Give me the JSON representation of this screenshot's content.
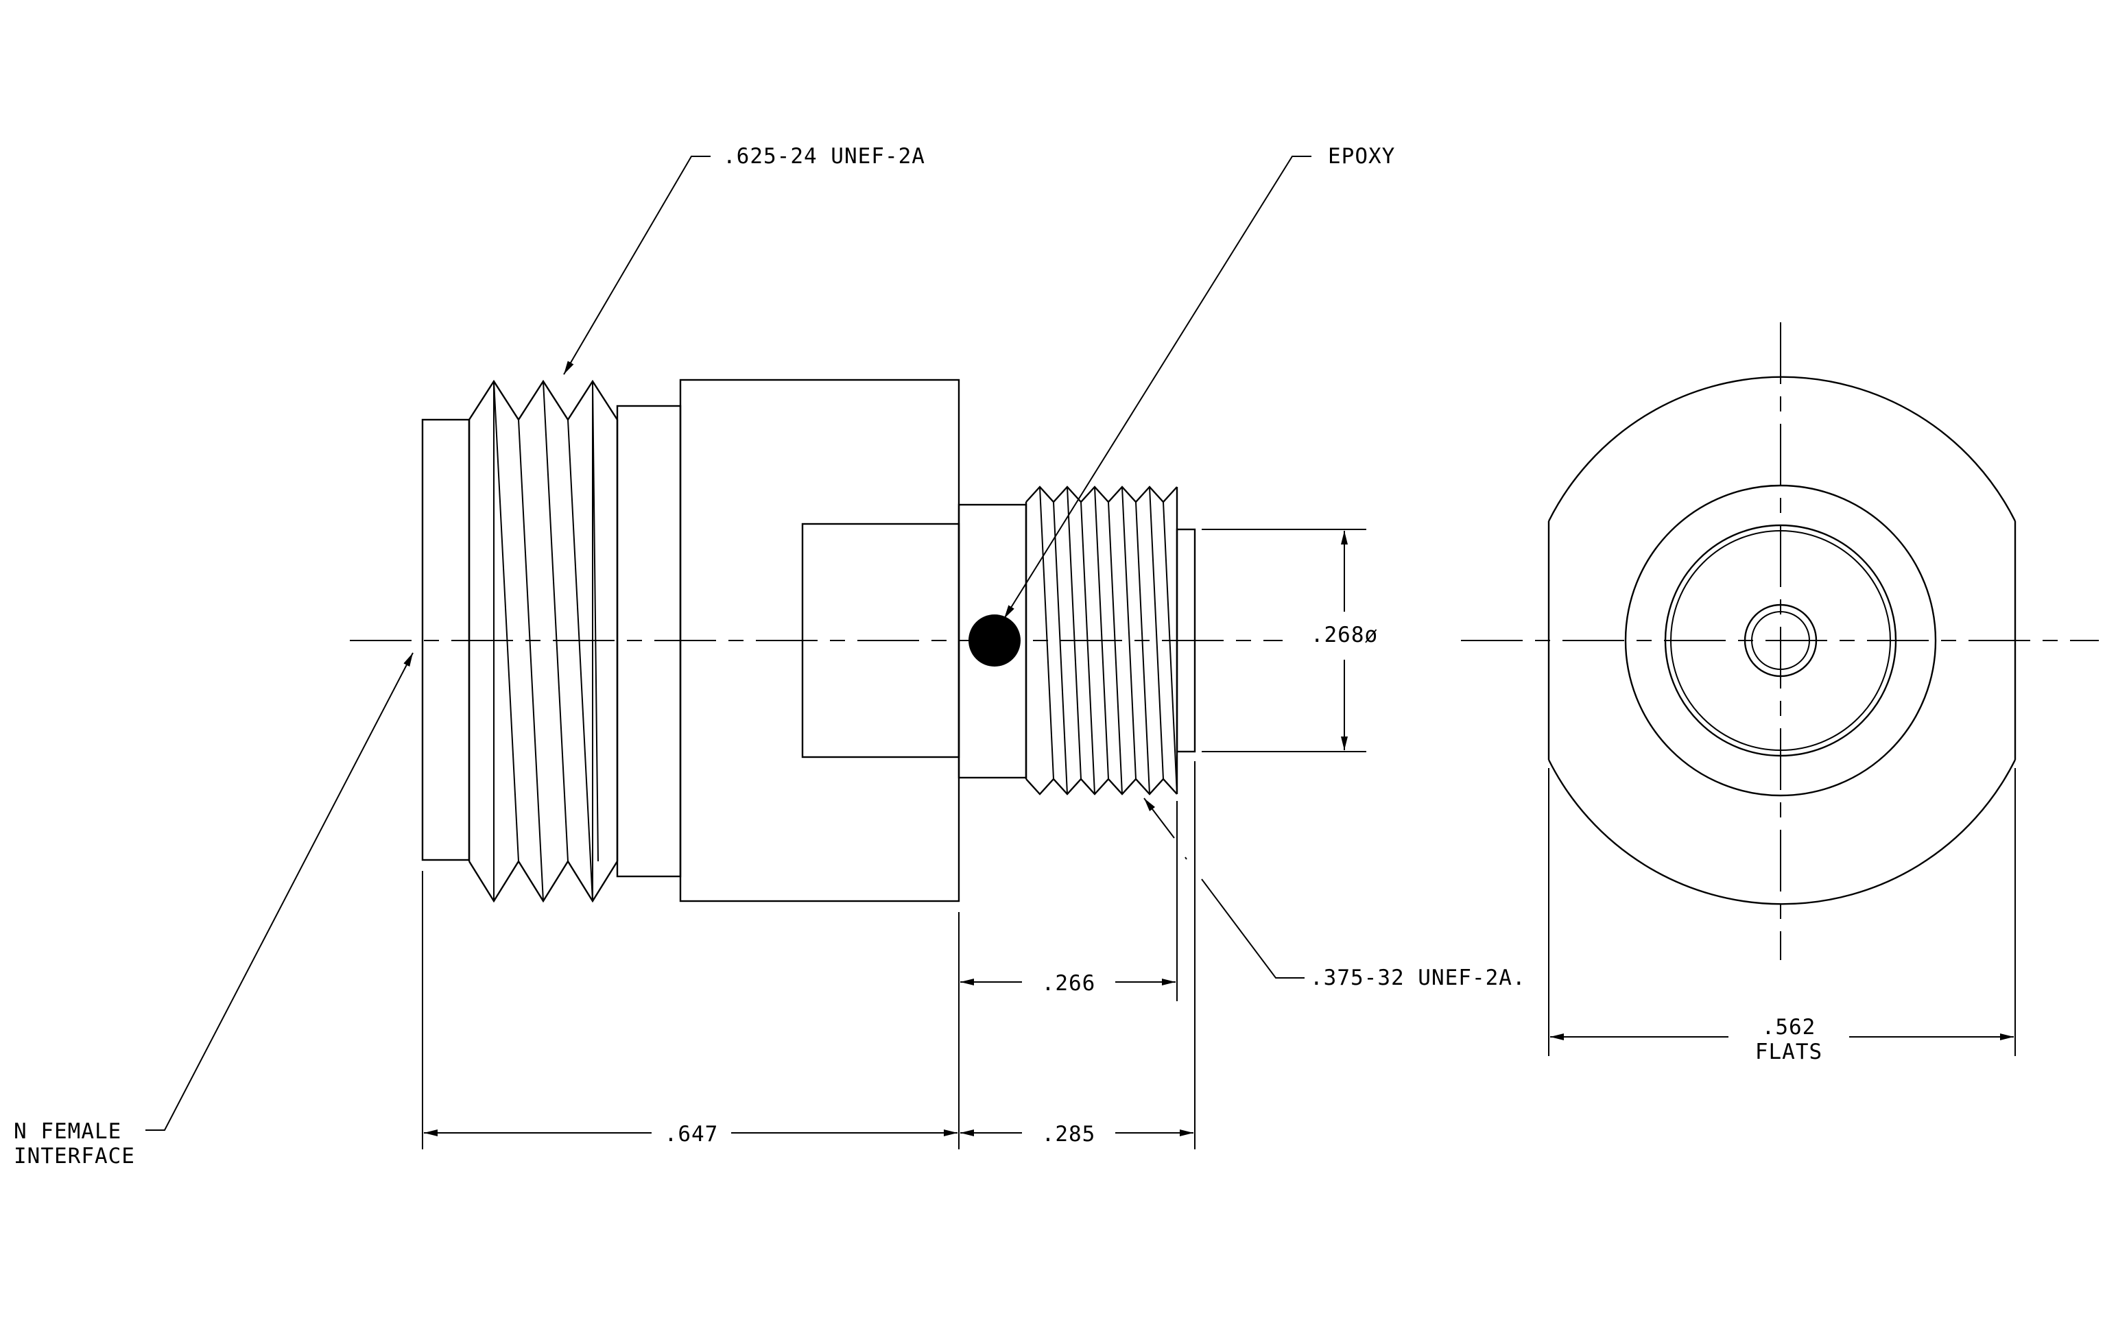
{
  "callouts": {
    "thread_large": ".625-24 UNEF-2A",
    "epoxy": "EPOXY",
    "thread_small": ".375-32 UNEF-2A.",
    "interface_line1": "N FEMALE",
    "interface_line2": "INTERFACE"
  },
  "dimensions": {
    "pin_diameter": ".268ø",
    "thread_length": ".266",
    "overall_length": ".647",
    "rear_length": ".285",
    "flats_value": ".562",
    "flats_label": "FLATS"
  }
}
